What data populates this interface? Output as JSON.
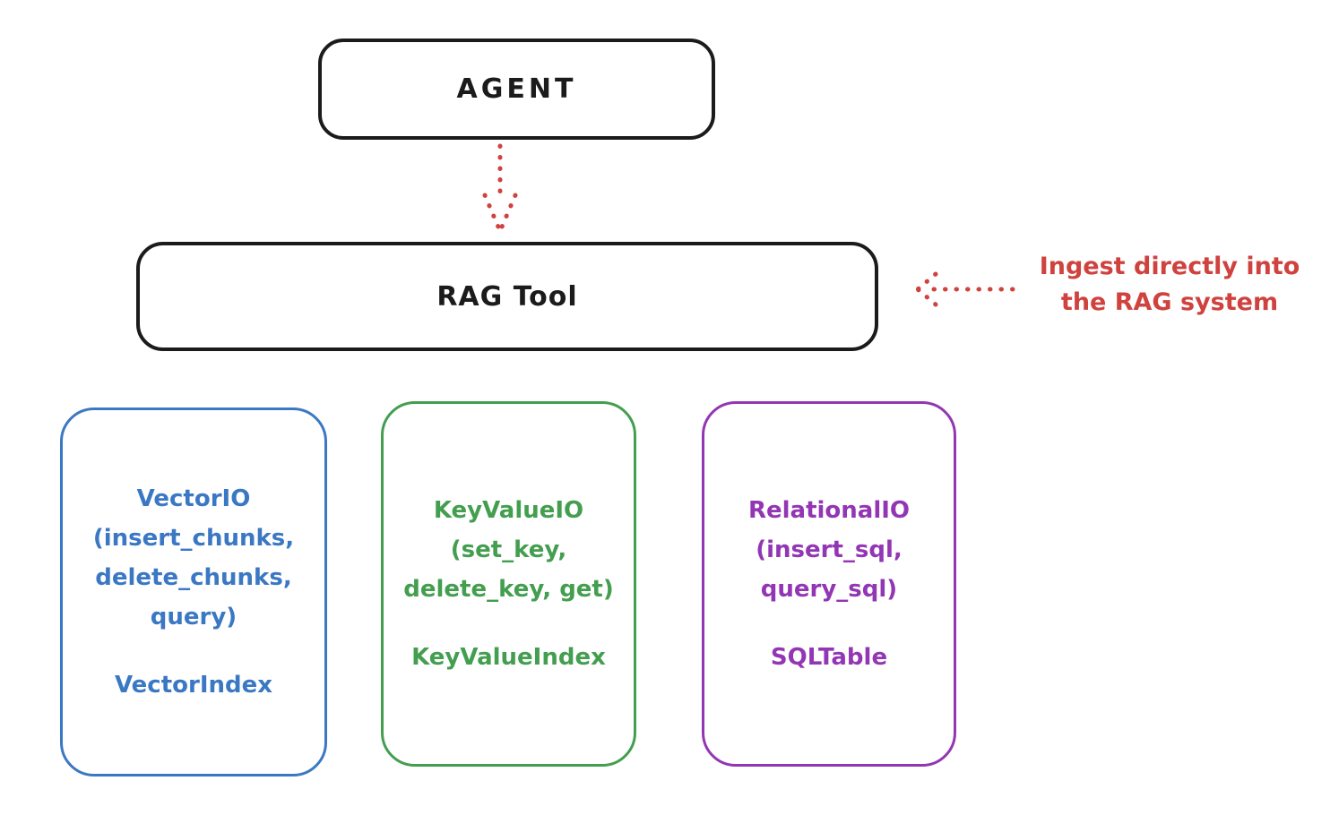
{
  "diagram": {
    "agent": {
      "label": "AGENT"
    },
    "rag_tool": {
      "label": "RAG Tool"
    },
    "annotation": {
      "text": "Ingest directly into\nthe RAG system",
      "color": "#cf423e"
    },
    "arrows": {
      "agent_to_rag": "dotted-arrow-down",
      "annotation_to_rag": "dotted-arrow-left",
      "color": "#cf423e"
    },
    "ink_color": "#1b1b1b",
    "backends": [
      {
        "name": "vector-io",
        "color": "#3b78c4",
        "ops": "VectorIO\n(insert_chunks,\ndelete_chunks,\nquery)",
        "index": "VectorIndex"
      },
      {
        "name": "key-value-io",
        "color": "#439e4f",
        "ops": "KeyValueIO\n(set_key,\ndelete_key, get)",
        "index": "KeyValueIndex"
      },
      {
        "name": "relational-io",
        "color": "#9336b4",
        "ops": "RelationalIO\n(insert_sql,\nquery_sql)",
        "index": "SQLTable"
      }
    ]
  }
}
